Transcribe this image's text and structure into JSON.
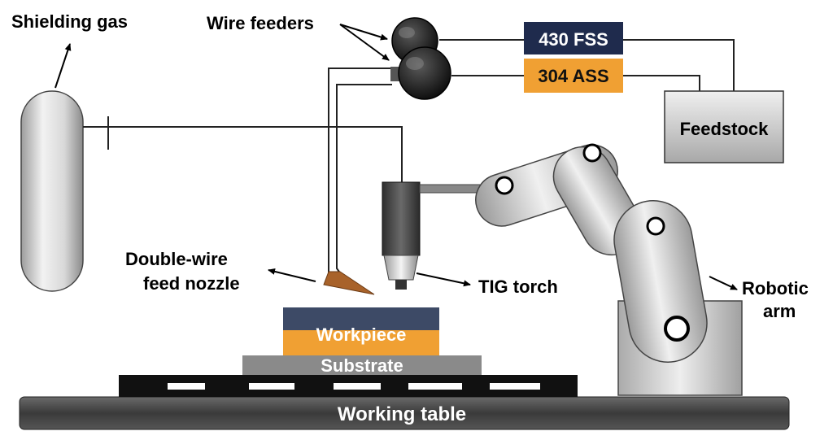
{
  "labels": {
    "shielding_gas": "Shielding gas",
    "wire_feeders": "Wire feeders",
    "wire_430": "430 FSS",
    "wire_304": "304 ASS",
    "feedstock": "Feedstock",
    "nozzle_line1": "Double-wire",
    "nozzle_line2": "feed nozzle",
    "tig_torch": "TIG torch",
    "robotic_line1": "Robotic",
    "robotic_line2": "arm",
    "workpiece": "Workpiece",
    "substrate": "Substrate",
    "working_table": "Working table"
  },
  "colors": {
    "wire_430_box": "#1f2b4d",
    "wire_304_box": "#f0a033",
    "workpiece_top": "#3d4a66",
    "workpiece_bottom": "#f0a033",
    "substrate": "#8a8a8a",
    "table": "#4a4a4a",
    "nozzle": "#a8622a",
    "metal_light": "#e8e8e8",
    "metal_dark": "#9a9a9a"
  }
}
